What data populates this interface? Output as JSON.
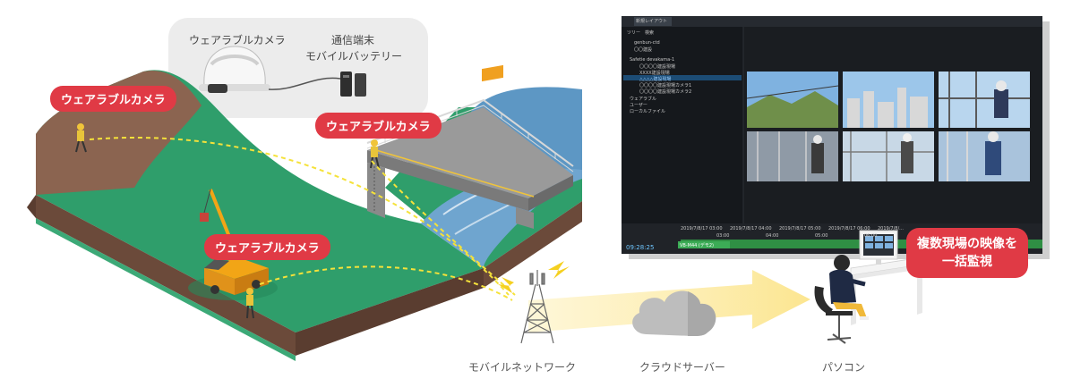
{
  "labels": {
    "wearable_camera_1": "ウェアラブルカメラ",
    "wearable_camera_2": "ウェアラブルカメラ",
    "wearable_camera_3": "ウェアラブルカメラ",
    "kit_camera": "ウェアラブルカメラ",
    "kit_device_line1": "通信端末",
    "kit_device_line2": "モバイルバッテリー",
    "mobile_network": "モバイルネットワーク",
    "cloud_server": "クラウドサーバー",
    "pc": "パソコン",
    "monitoring_line1": "複数現場の映像を",
    "monitoring_line2": "一括監視"
  },
  "monitor": {
    "tab_label": "新規レイアウト",
    "tree_tabs": [
      "ツリー",
      "検索"
    ],
    "tree_items": [
      "genbun-ctd",
      "〇〇建設",
      "Safetie devakama-1",
      "〇〇〇〇建設現場",
      "XXXX建設現場",
      "△△△△建設現場",
      "〇〇〇〇建設現場カメラ1",
      "〇〇〇〇建設現場カメラ2",
      "ウェアラブル",
      "ユーザー",
      "ローカルファイル"
    ],
    "timeline_dates": [
      "2019/7/8/17 03:00",
      "2019/7/8/17 04:00",
      "2019/7/8/17 05:00",
      "2019/7/8/17 06:00",
      "2019/7/8/..."
    ],
    "timeline_ticks": [
      "03:00",
      "04:00",
      "05:00",
      "06:00"
    ],
    "clock": "09:28:25",
    "clip_label": "VB-M44 (デモ2)"
  },
  "colors": {
    "tag_red": "#e03a45",
    "terrain_green": "#2f9e6b",
    "river_blue": "#6fa5cf",
    "signal_yellow": "#f5e23a",
    "app_dark": "#1a1d21",
    "timeline_green": "#2f8f44"
  }
}
